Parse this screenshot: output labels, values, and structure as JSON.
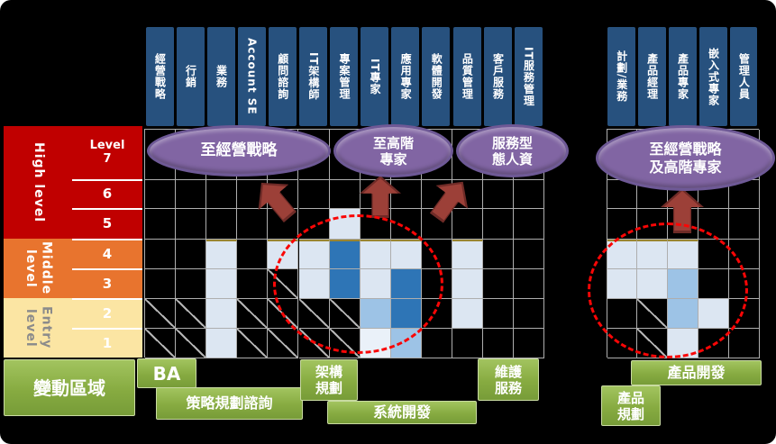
{
  "left_matrix": {
    "column_headers": [
      "經營戰略",
      "行銷",
      "業務",
      "Account SE",
      "顧問諮詢",
      "IT架構師",
      "專案管理",
      "IT專家",
      "應用專家",
      "軟體開發",
      "品質管理",
      "客戶服務",
      "IT服務管理"
    ],
    "rows": [
      "Level 7",
      "6",
      "5",
      "4",
      "3",
      "2",
      "1"
    ],
    "cells": [
      [
        "",
        "",
        "",
        "",
        "",
        "",
        "",
        "",
        "",
        "",
        "",
        "",
        ""
      ],
      [
        "",
        "",
        "",
        "",
        "",
        "",
        "",
        "",
        "",
        "",
        "",
        "",
        ""
      ],
      [
        "",
        "",
        "",
        "",
        "",
        "",
        "L",
        "",
        "",
        "",
        "",
        "",
        ""
      ],
      [
        "",
        "",
        "L*",
        "",
        "L*",
        "L*",
        "D*",
        "L*",
        "L*",
        "",
        "L*",
        "",
        ""
      ],
      [
        "",
        "",
        "L",
        "",
        "X",
        "L",
        "D",
        "L",
        "D",
        "",
        "L",
        "",
        ""
      ],
      [
        "X",
        "X",
        "L",
        "X",
        "X",
        "X",
        "X",
        "M",
        "D",
        "",
        "L",
        "",
        ""
      ],
      [
        "X",
        "X",
        "L",
        "X",
        "X",
        "X",
        "X",
        "V",
        "M",
        "",
        "",
        "",
        ""
      ]
    ]
  },
  "right_matrix": {
    "column_headers": [
      "計劃/業務",
      "產品經理",
      "產品專家",
      "嵌入式專家",
      "管理人員"
    ],
    "rows": [
      "Level 7",
      "6",
      "5",
      "4",
      "3",
      "2",
      "1"
    ],
    "cells": [
      [
        "",
        "",
        "",
        "",
        ""
      ],
      [
        "",
        "",
        "",
        "",
        ""
      ],
      [
        "",
        "",
        "",
        "",
        ""
      ],
      [
        "L*",
        "L*",
        "L*",
        "",
        ""
      ],
      [
        "L",
        "L",
        "M",
        "",
        ""
      ],
      [
        "",
        "X",
        "M",
        "L",
        ""
      ],
      [
        "",
        "X",
        "L",
        "",
        ""
      ]
    ]
  },
  "cell_legend": {
    "L": "light-blue filled",
    "M": "medium-blue filled",
    "D": "dark-blue filled",
    "V": "faint-blue filled",
    "X": "not-applicable (diagonal slash)",
    "*": "olive top edge highlight"
  },
  "level_panel": {
    "categories": [
      {
        "label": "High level",
        "levels": [
          "Level 7",
          "6",
          "5"
        ],
        "color": "#c00000",
        "text_color": "#ffffff"
      },
      {
        "label": "Middle level",
        "levels": [
          "4",
          "3"
        ],
        "color": "#e8742e",
        "text_color": "#ffffff"
      },
      {
        "label": "Entry level",
        "levels": [
          "2",
          "1"
        ],
        "color": "#fbe5a3",
        "text_color": "#8b8b8b"
      }
    ]
  },
  "promotion_ellipses": [
    {
      "id": "to-business-strategy",
      "lines": [
        "至經營戰略"
      ]
    },
    {
      "id": "to-senior-expert",
      "lines": [
        "至高階",
        "專家"
      ]
    },
    {
      "id": "service-type-hr",
      "lines": [
        "服務型",
        "態人資"
      ]
    },
    {
      "id": "to-strategy-and-senior-expert",
      "lines": [
        "至經營戰略",
        "及高階專家"
      ]
    }
  ],
  "bottom_labels": [
    {
      "id": "change-area",
      "lines": [
        "變動區域"
      ]
    },
    {
      "id": "ba",
      "lines": [
        "BA"
      ]
    },
    {
      "id": "strategy-planning-consulting",
      "lines": [
        "策略規劃諮詢"
      ]
    },
    {
      "id": "architecture-planning",
      "lines": [
        "架構",
        "規劃"
      ]
    },
    {
      "id": "system-development",
      "lines": [
        "系統開發"
      ]
    },
    {
      "id": "maintenance-service",
      "lines": [
        "維護",
        "服務"
      ]
    },
    {
      "id": "product-development",
      "lines": [
        "產品開發"
      ]
    },
    {
      "id": "product-planning",
      "lines": [
        "產品",
        "規劃"
      ]
    }
  ],
  "annotations": {
    "dashed_circles": [
      "left-cluster-highlight",
      "right-cluster-highlight"
    ],
    "arrows": [
      "up-left-arrow",
      "up-arrow",
      "up-right-arrow",
      "up-arrow-right-grid"
    ]
  },
  "colors": {
    "header_navy": "#27517e",
    "grid_line": "#aeaeae",
    "fill_light": "#dce6f2",
    "fill_medium": "#9dc3e6",
    "fill_dark": "#2e75b6",
    "fill_faint": "#eaf1f9",
    "high_red": "#c00000",
    "middle_orange": "#e8742e",
    "entry_cream": "#fbe5a3",
    "purple": "#8165a3",
    "arrow_red": "#9c4038",
    "dash_red": "#f90606",
    "label_green": "#87ab41"
  }
}
